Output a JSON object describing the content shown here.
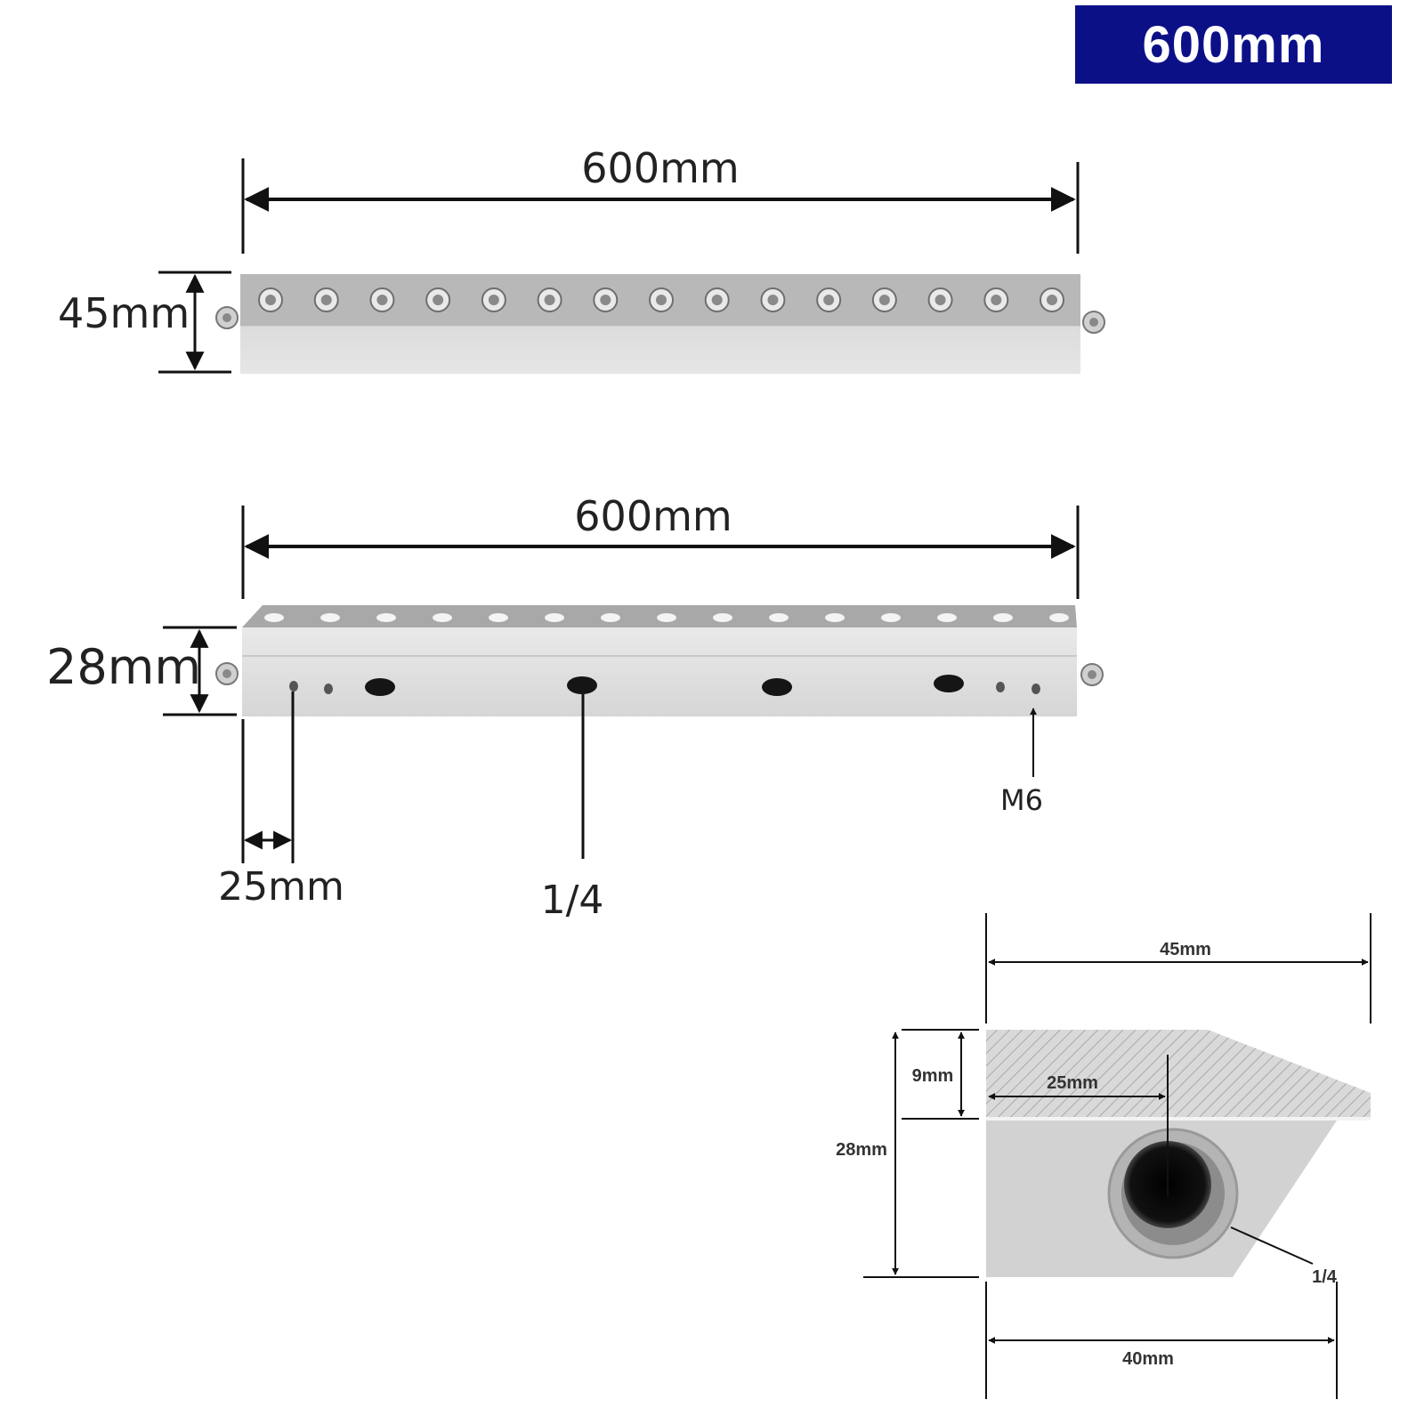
{
  "title_badge": "600mm",
  "colors": {
    "badge": "#0c1087",
    "dimension_line": "#111111",
    "metal_light": "#e3e3e3",
    "metal_dark": "#bdbdbd"
  },
  "top_view": {
    "length_label": "600mm",
    "width_label": "45mm",
    "hole_count": 15
  },
  "side_view": {
    "length_label": "600mm",
    "height_label": "28mm",
    "edge_offset_label": "25mm",
    "quarter_inch_label": "1/4",
    "m6_label": "M6"
  },
  "cross_section": {
    "width_label": "45mm",
    "height_label": "28mm",
    "top_thickness_label": "9mm",
    "hole_offset_label": "25mm",
    "thread_label": "1/4",
    "base_label": "40mm"
  }
}
